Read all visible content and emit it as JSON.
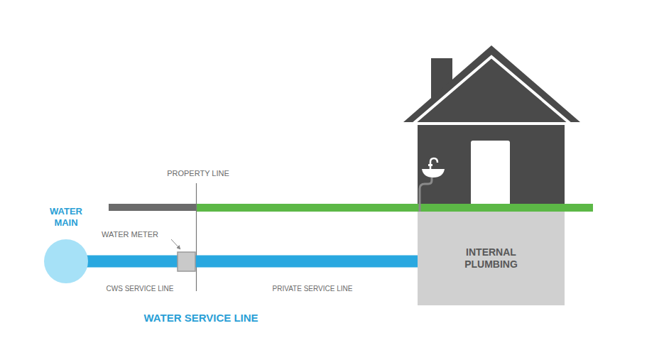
{
  "diagram": {
    "nodes": [
      {
        "text": [
          "WATER MAIN"
        ]
      },
      {
        "text": [
          "INTERNAL PLUMBING"
        ]
      }
    ],
    "edges": [
      {
        "from": 0,
        "to": 1,
        "arrow": "none"
      }
    ],
    "labels": [
      "PROPERTY LINE",
      "WATER METER",
      "CWS SERVICE LINE",
      "PRIVATE SERVICE LINE",
      "WATER SERVICE LINE"
    ]
  }
}
